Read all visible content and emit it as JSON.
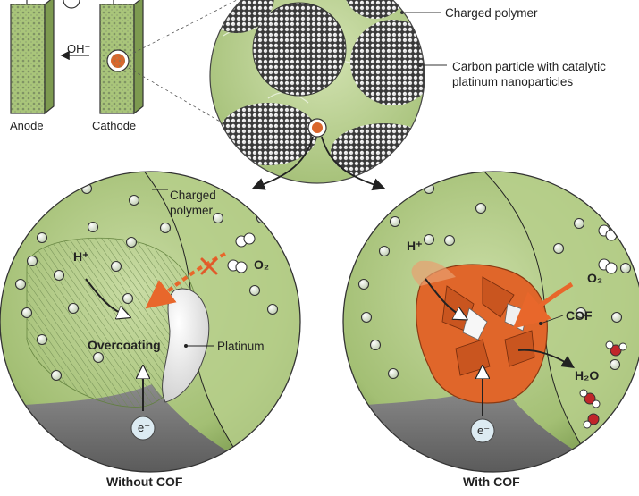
{
  "top": {
    "anode_label": "Anode",
    "cathode_label": "Cathode",
    "hydroxide_label": "OH⁻",
    "charged_polymer_label": "Charged polymer",
    "carbon_particle_label_line1": "Carbon particle with catalytic",
    "carbon_particle_label_line2": "platinum nanoparticles"
  },
  "left_panel": {
    "charged_polymer_line1": "Charged",
    "charged_polymer_line2": "polymer",
    "proton_label": "H⁺",
    "oxygen_label": "O₂",
    "overcoating_label": "Overcoating",
    "platinum_label": "Platinum",
    "electron_label": "e⁻",
    "caption": "Without COF"
  },
  "right_panel": {
    "proton_label": "H⁺",
    "oxygen_label": "O₂",
    "cof_label": "COF",
    "water_label": "H₂O",
    "electron_label": "e⁻",
    "caption": "With COF"
  },
  "colors": {
    "polymer_green": "#a9c57a",
    "dark_green": "#5f7f3a",
    "cof_orange": "#e0662a",
    "arrow_orange": "#e8672b",
    "cross_red": "#e05a2a",
    "electron_blue": "#dcebf2",
    "water_red": "#c0262a"
  }
}
